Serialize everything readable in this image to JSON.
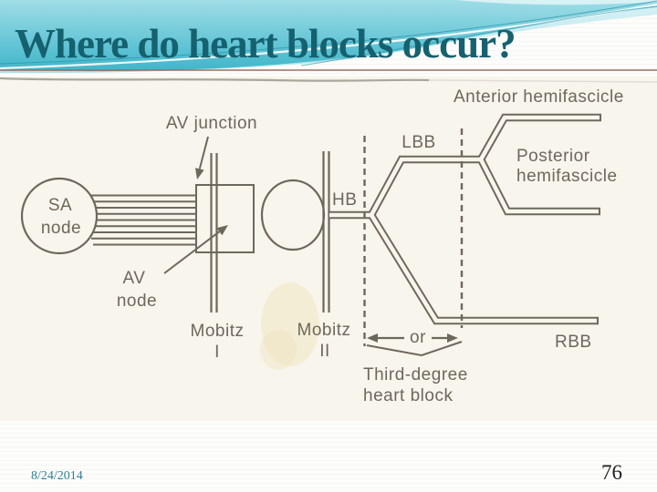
{
  "slide": {
    "title": "Where do heart blocks occur?",
    "footer": {
      "date": "8/24/2014",
      "page_number": "76"
    }
  },
  "diagram": {
    "labels": {
      "sa": "SA",
      "sa_node": "node",
      "av_junction": "AV junction",
      "av": "AV",
      "av_node": "node",
      "hb": "HB",
      "lbb": "LBB",
      "anterior_hemifascicle": "Anterior hemifascicle",
      "posterior": "Posterior",
      "posterior_hemifascicle": "hemifascicle",
      "rbb": "RBB",
      "mobitz1": "Mobitz",
      "mobitz1_numeral": "I",
      "mobitz2": "Mobitz",
      "mobitz2_numeral": "II",
      "or": "or",
      "third_degree_line1": "Third-degree",
      "third_degree_line2": "heart block"
    },
    "colors": {
      "ink": "#6d685c",
      "paper": "#f8f5ec"
    }
  },
  "theme": {
    "accent_cyan": "#46bccf",
    "accent_cyan_light": "#c6ebf1",
    "title_color": "#15616f",
    "rule_color": "#9b6e60",
    "date_color": "#2f7f96",
    "page_number_color": "#1e1e1e"
  }
}
